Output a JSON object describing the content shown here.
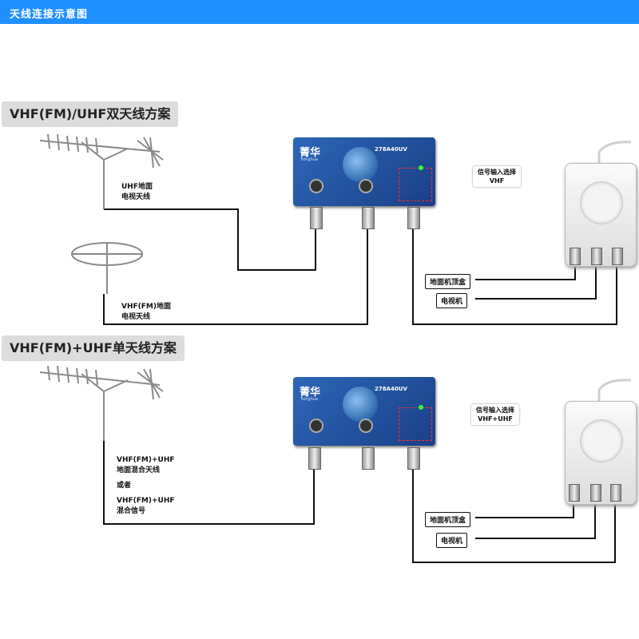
{
  "header": {
    "title": "天线连接示意图",
    "bg_color": "#1e90ff"
  },
  "plan_dual": {
    "title": "VHF(FM)/UHF双天线方案",
    "uhf_antenna_label": [
      "UHF地面",
      "电视天线"
    ],
    "vhf_antenna_label": [
      "VHF(FM)地面",
      "电视天线"
    ],
    "signal_select": [
      "信号输入选择",
      "VHF"
    ],
    "amplifier": {
      "brand": "菁华",
      "brand_sub": "Tsinghua",
      "model": "278A40UV"
    },
    "outputs": [
      "地面机顶盒",
      "电视机"
    ]
  },
  "plan_single": {
    "title": "VHF(FM)+UHF单天线方案",
    "antenna_label": [
      "VHF(FM)+UHF",
      "地面混合天线",
      "或者",
      "VHF(FM)+UHF",
      "混合信号"
    ],
    "signal_select": [
      "信号输入选择",
      "VHF+UHF"
    ],
    "amplifier": {
      "brand": "菁华",
      "brand_sub": "Tsinghua",
      "model": "278A40UV"
    },
    "outputs": [
      "地面机顶盒",
      "电视机"
    ]
  },
  "icons": [
    "yagi-antenna-icon",
    "fm-ring-antenna-icon",
    "amplifier-icon",
    "splitter-box-icon"
  ]
}
